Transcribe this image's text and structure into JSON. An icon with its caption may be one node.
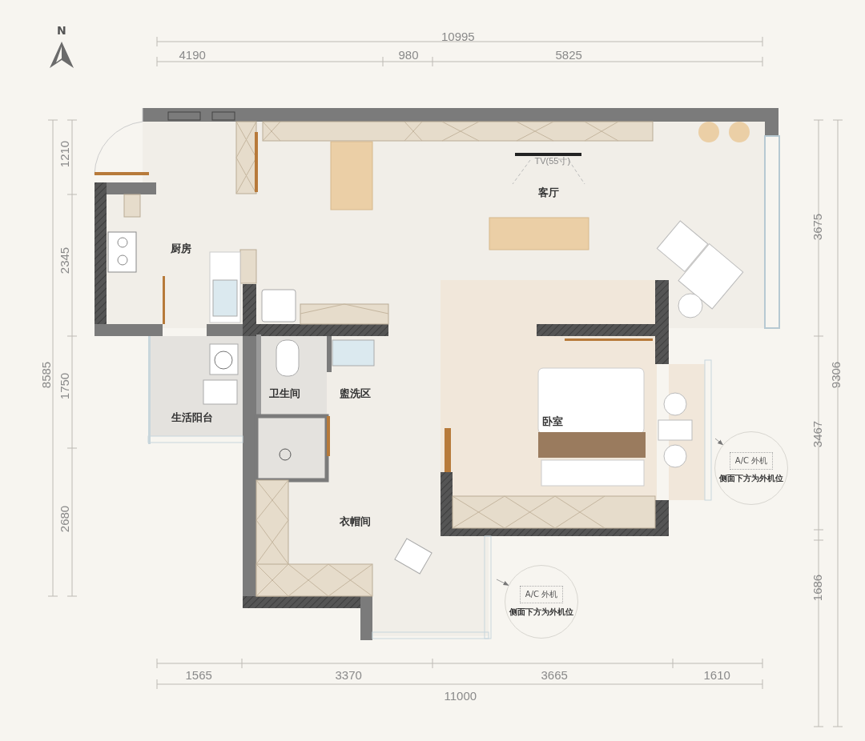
{
  "diagram": {
    "nodes": [
      {
        "text": [
          "A/C 外机",
          "侧面下方为外机位"
        ]
      },
      {
        "text": [
          "A/C 外机",
          "侧面下方为外机位"
        ]
      }
    ],
    "edges": [
      {
        "from": null,
        "to": 0,
        "arrow": "to"
      },
      {
        "from": null,
        "to": 1,
        "arrow": "to"
      }
    ],
    "labels": [
      "N",
      "10995",
      "4190",
      "980",
      "5825",
      "1210",
      "TV(55寸)",
      "客厅",
      "2345",
      "厨房",
      "3675",
      "8585",
      "9306",
      "卫生间",
      "盥洗区",
      "1750",
      "生活阳台",
      "卧室",
      "3467",
      "2680",
      "衣帽间",
      "1686",
      "1565",
      "3370",
      "3665",
      "1610",
      "11000"
    ]
  }
}
